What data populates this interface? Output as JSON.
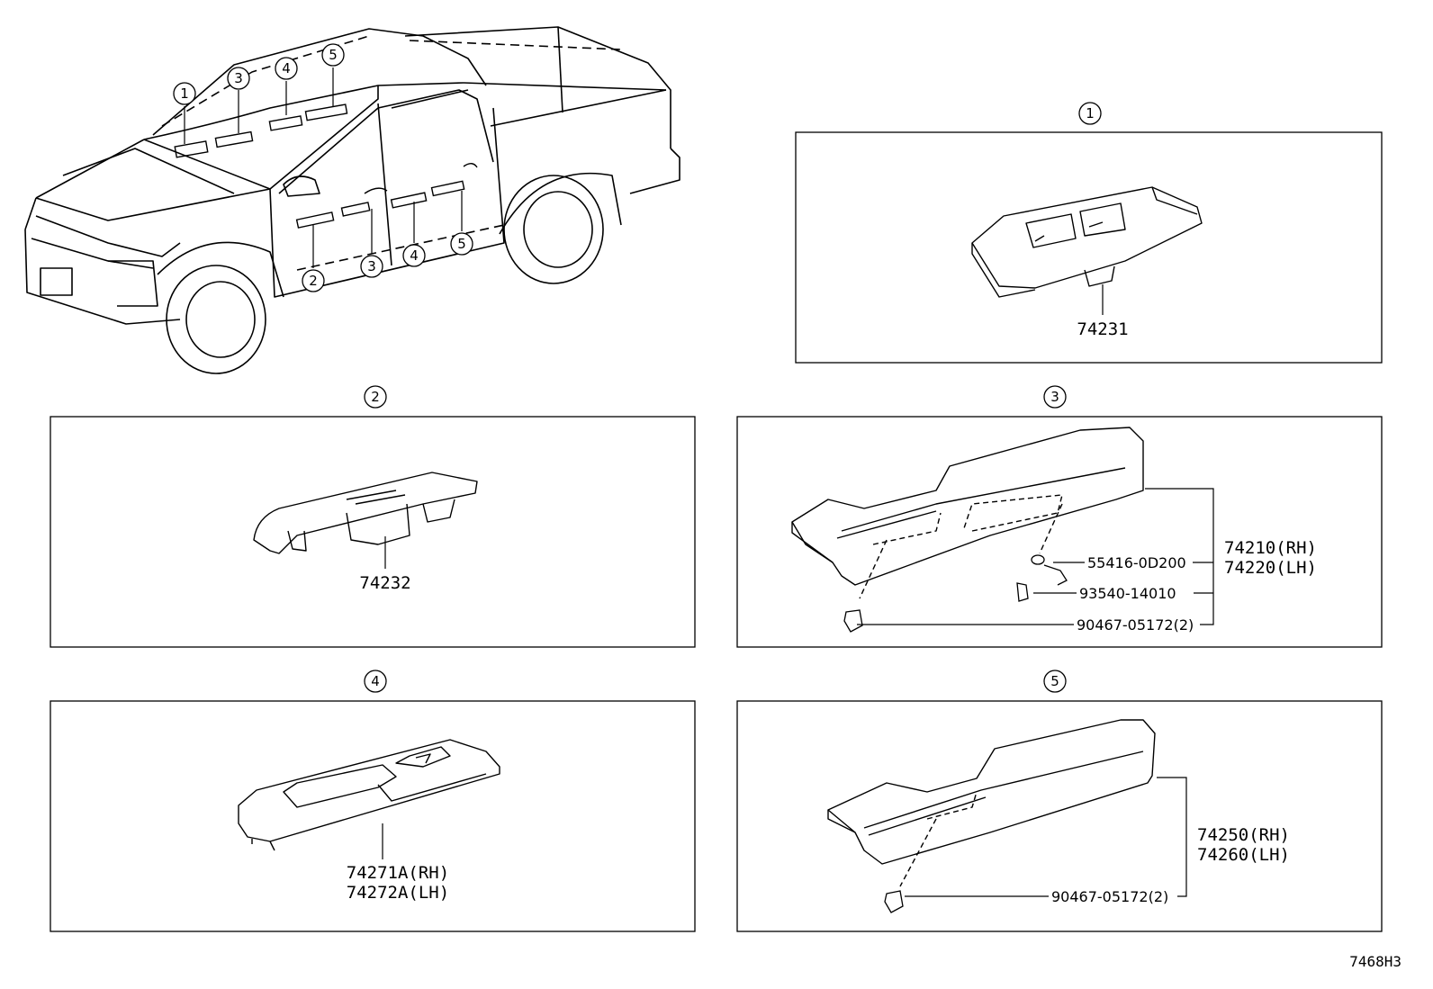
{
  "callouts": [
    "1",
    "2",
    "3",
    "4",
    "5"
  ],
  "panels": {
    "p1": {
      "callout": "1",
      "parts": [
        "74231"
      ]
    },
    "p2": {
      "callout": "2",
      "parts": [
        "74232"
      ]
    },
    "p3": {
      "callout": "3",
      "parts": [
        "74210(RH)",
        "74220(LH)",
        "55416-0D200",
        "93540-14010",
        "90467-05172(2)"
      ]
    },
    "p4": {
      "callout": "4",
      "parts": [
        "74271A(RH)",
        "74272A(LH)"
      ]
    },
    "p5": {
      "callout": "5",
      "parts": [
        "74250(RH)",
        "74260(LH)",
        "90467-05172(2)"
      ]
    }
  },
  "diagram_code": "7468H3",
  "colors": {
    "line": "#000000",
    "background": "#ffffff"
  }
}
